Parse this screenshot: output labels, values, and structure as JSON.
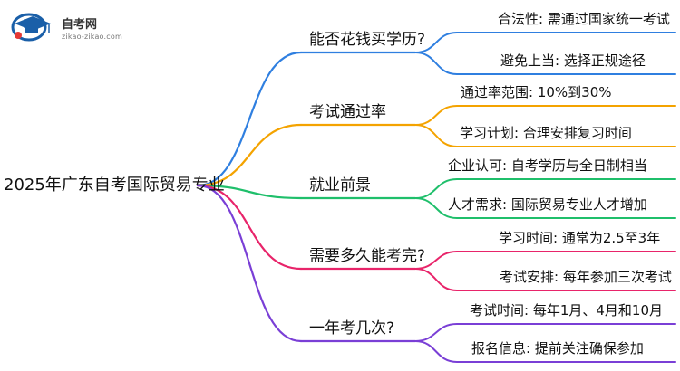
{
  "logo": {
    "main": "自考网",
    "sub": "zikao-zikao.com",
    "colors": {
      "cap_ring": "#1a5fa8",
      "badge": "#e53935"
    }
  },
  "root": "2025年广东自考国际贸易专业",
  "branches": [
    {
      "label": "能否花钱买学历?",
      "color": "#2f7fe0",
      "leaves": [
        "合法性: 需通过国家统一考试",
        "避免上当: 选择正规途径"
      ]
    },
    {
      "label": "考试通过率",
      "color": "#f4a300",
      "leaves": [
        "通过率范围: 10%到30%",
        "学习计划: 合理安排复习时间"
      ]
    },
    {
      "label": "就业前景",
      "color": "#1fbf6b",
      "leaves": [
        "企业认可: 自考学历与全日制相当",
        "人才需求: 国际贸易专业人才增加"
      ]
    },
    {
      "label": "需要多久能考完?",
      "color": "#e8246a",
      "leaves": [
        "学习时间: 通常为2.5至3年",
        "考试安排: 每年参加三次考试"
      ]
    },
    {
      "label": "一年考几次?",
      "color": "#7a3fd6",
      "leaves": [
        "考试时间: 每年1月、4月和10月",
        "报名信息: 提前关注确保参加"
      ]
    }
  ]
}
